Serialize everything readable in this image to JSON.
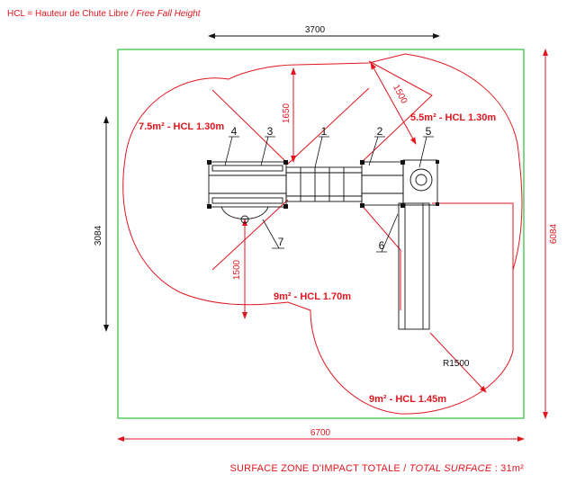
{
  "legend": {
    "abbr": "HCL = Hauteur de Chute Libre",
    "translation": "/ Free Fall Height"
  },
  "dimensions": {
    "top_width": "3700",
    "overall_width": "6700",
    "left_height": "3084",
    "right_height": "6084",
    "dim_1650": "1650",
    "dim_1500_top": "1500",
    "dim_1500_left": "1500",
    "radius": "R1500"
  },
  "zones": {
    "left_top": "7.5m² - HCL 1.30m",
    "right_top": "5.5m² - HCL 1.30m",
    "center_bottom": "9m² - HCL 1.70m",
    "slide": "9m² - HCL 1.45m"
  },
  "callouts": [
    "1",
    "2",
    "3",
    "4",
    "5",
    "6",
    "7"
  ],
  "footer": {
    "label": "SURFACE ZONE D'IMPACT TOTALE /",
    "label_en": "TOTAL SURFACE",
    "value": ": 31m²"
  },
  "colors": {
    "red": "#e0161f",
    "green": "#2fbf3a",
    "black": "#111111"
  }
}
